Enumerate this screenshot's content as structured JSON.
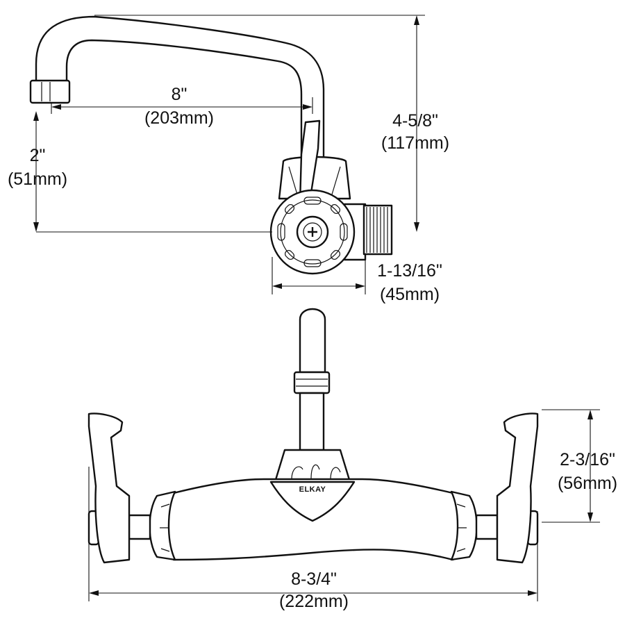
{
  "drawing": {
    "brand_mark": "ELKAY",
    "dimensions": {
      "spout_reach": {
        "imperial": "8\"",
        "metric": "(203mm)"
      },
      "spout_height": {
        "imperial": "2\"",
        "metric": "(51mm)"
      },
      "overall_height": {
        "imperial": "4-5/8\"",
        "metric": "(117mm)"
      },
      "inlet_depth": {
        "imperial": "1-13/16\"",
        "metric": "(45mm)"
      },
      "front_height": {
        "imperial": "2-3/16\"",
        "metric": "(56mm)"
      },
      "overall_width": {
        "imperial": "8-3/4\"",
        "metric": "(222mm)"
      }
    }
  }
}
